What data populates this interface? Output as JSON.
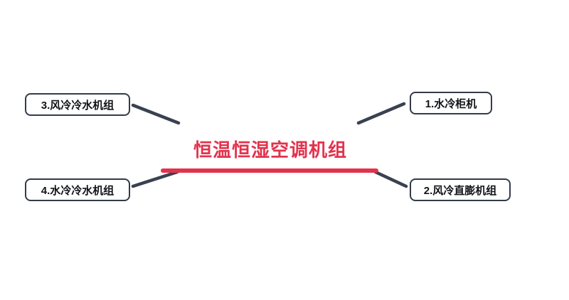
{
  "diagram": {
    "central_topic": "恒温恒湿空调机组",
    "accent_color": "#e2334d",
    "line_color": "#3a4150",
    "node_border_color": "#333b49",
    "nodes": [
      {
        "label": "1.水冷柜机"
      },
      {
        "label": "2.风冷直膨机组"
      },
      {
        "label": "3.风冷冷水机组"
      },
      {
        "label": "4.水冷冷水机组"
      }
    ]
  }
}
